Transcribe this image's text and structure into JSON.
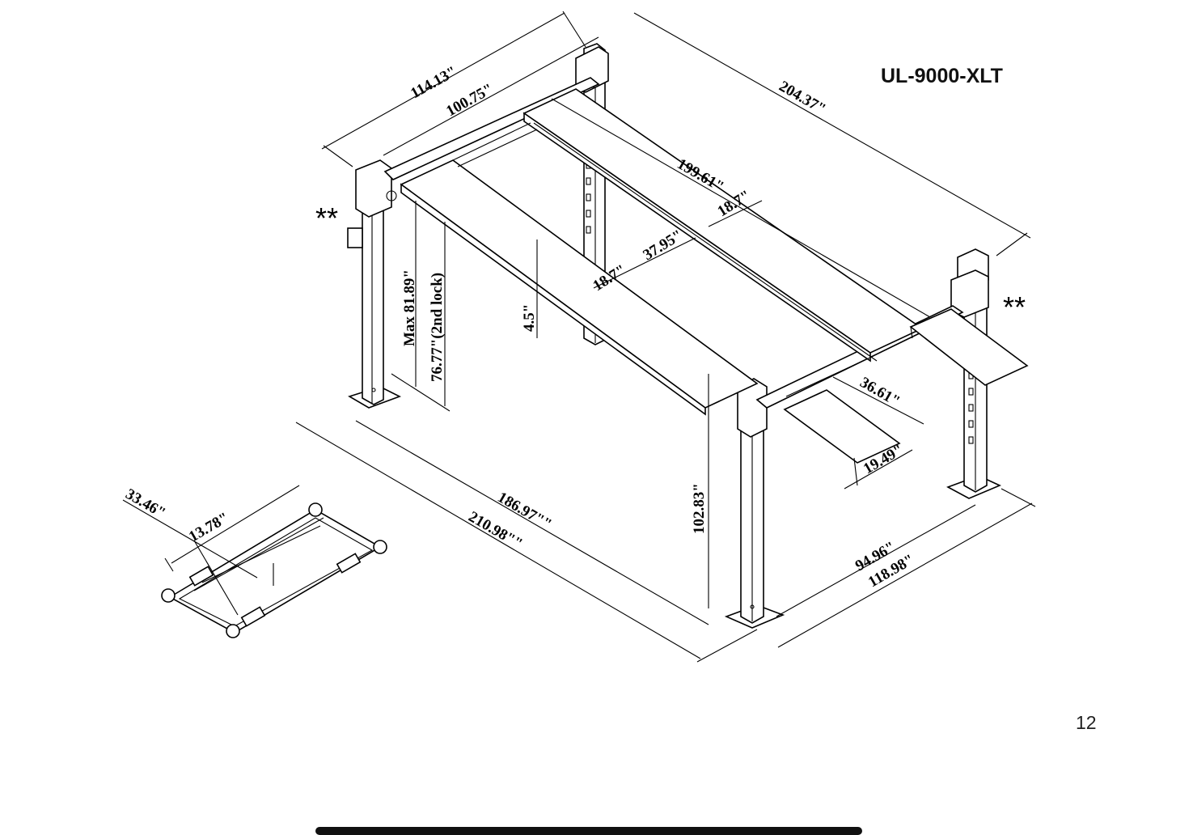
{
  "model": "UL-9000-XLT",
  "page_number": "12",
  "markers": {
    "left_post": "**",
    "right_post": "**"
  },
  "dimensions": {
    "overall_width": "114.13\"",
    "inner_width": "100.75\"",
    "overall_length": "204.37\"",
    "runway_length": "199.61\"",
    "runway_width_rear": "18.7\"",
    "runway_width_front": "18.7\"",
    "runway_gap": "37.95\"",
    "runway_depth": "4.5\"",
    "max_height": "Max 81.89\"",
    "lock_height": "76.77\"(2nd lock)",
    "ramp_length": "36.61\"",
    "ramp_width": "19.49\"",
    "post_height": "102.83\"",
    "base_length_inner": "186.97\"\"",
    "base_length_outer": "210.98\"\"",
    "base_width_inner": "94.96\"",
    "base_width_outer": "118.98\"",
    "jack_length": "33.46\"",
    "jack_width": "13.78\""
  }
}
